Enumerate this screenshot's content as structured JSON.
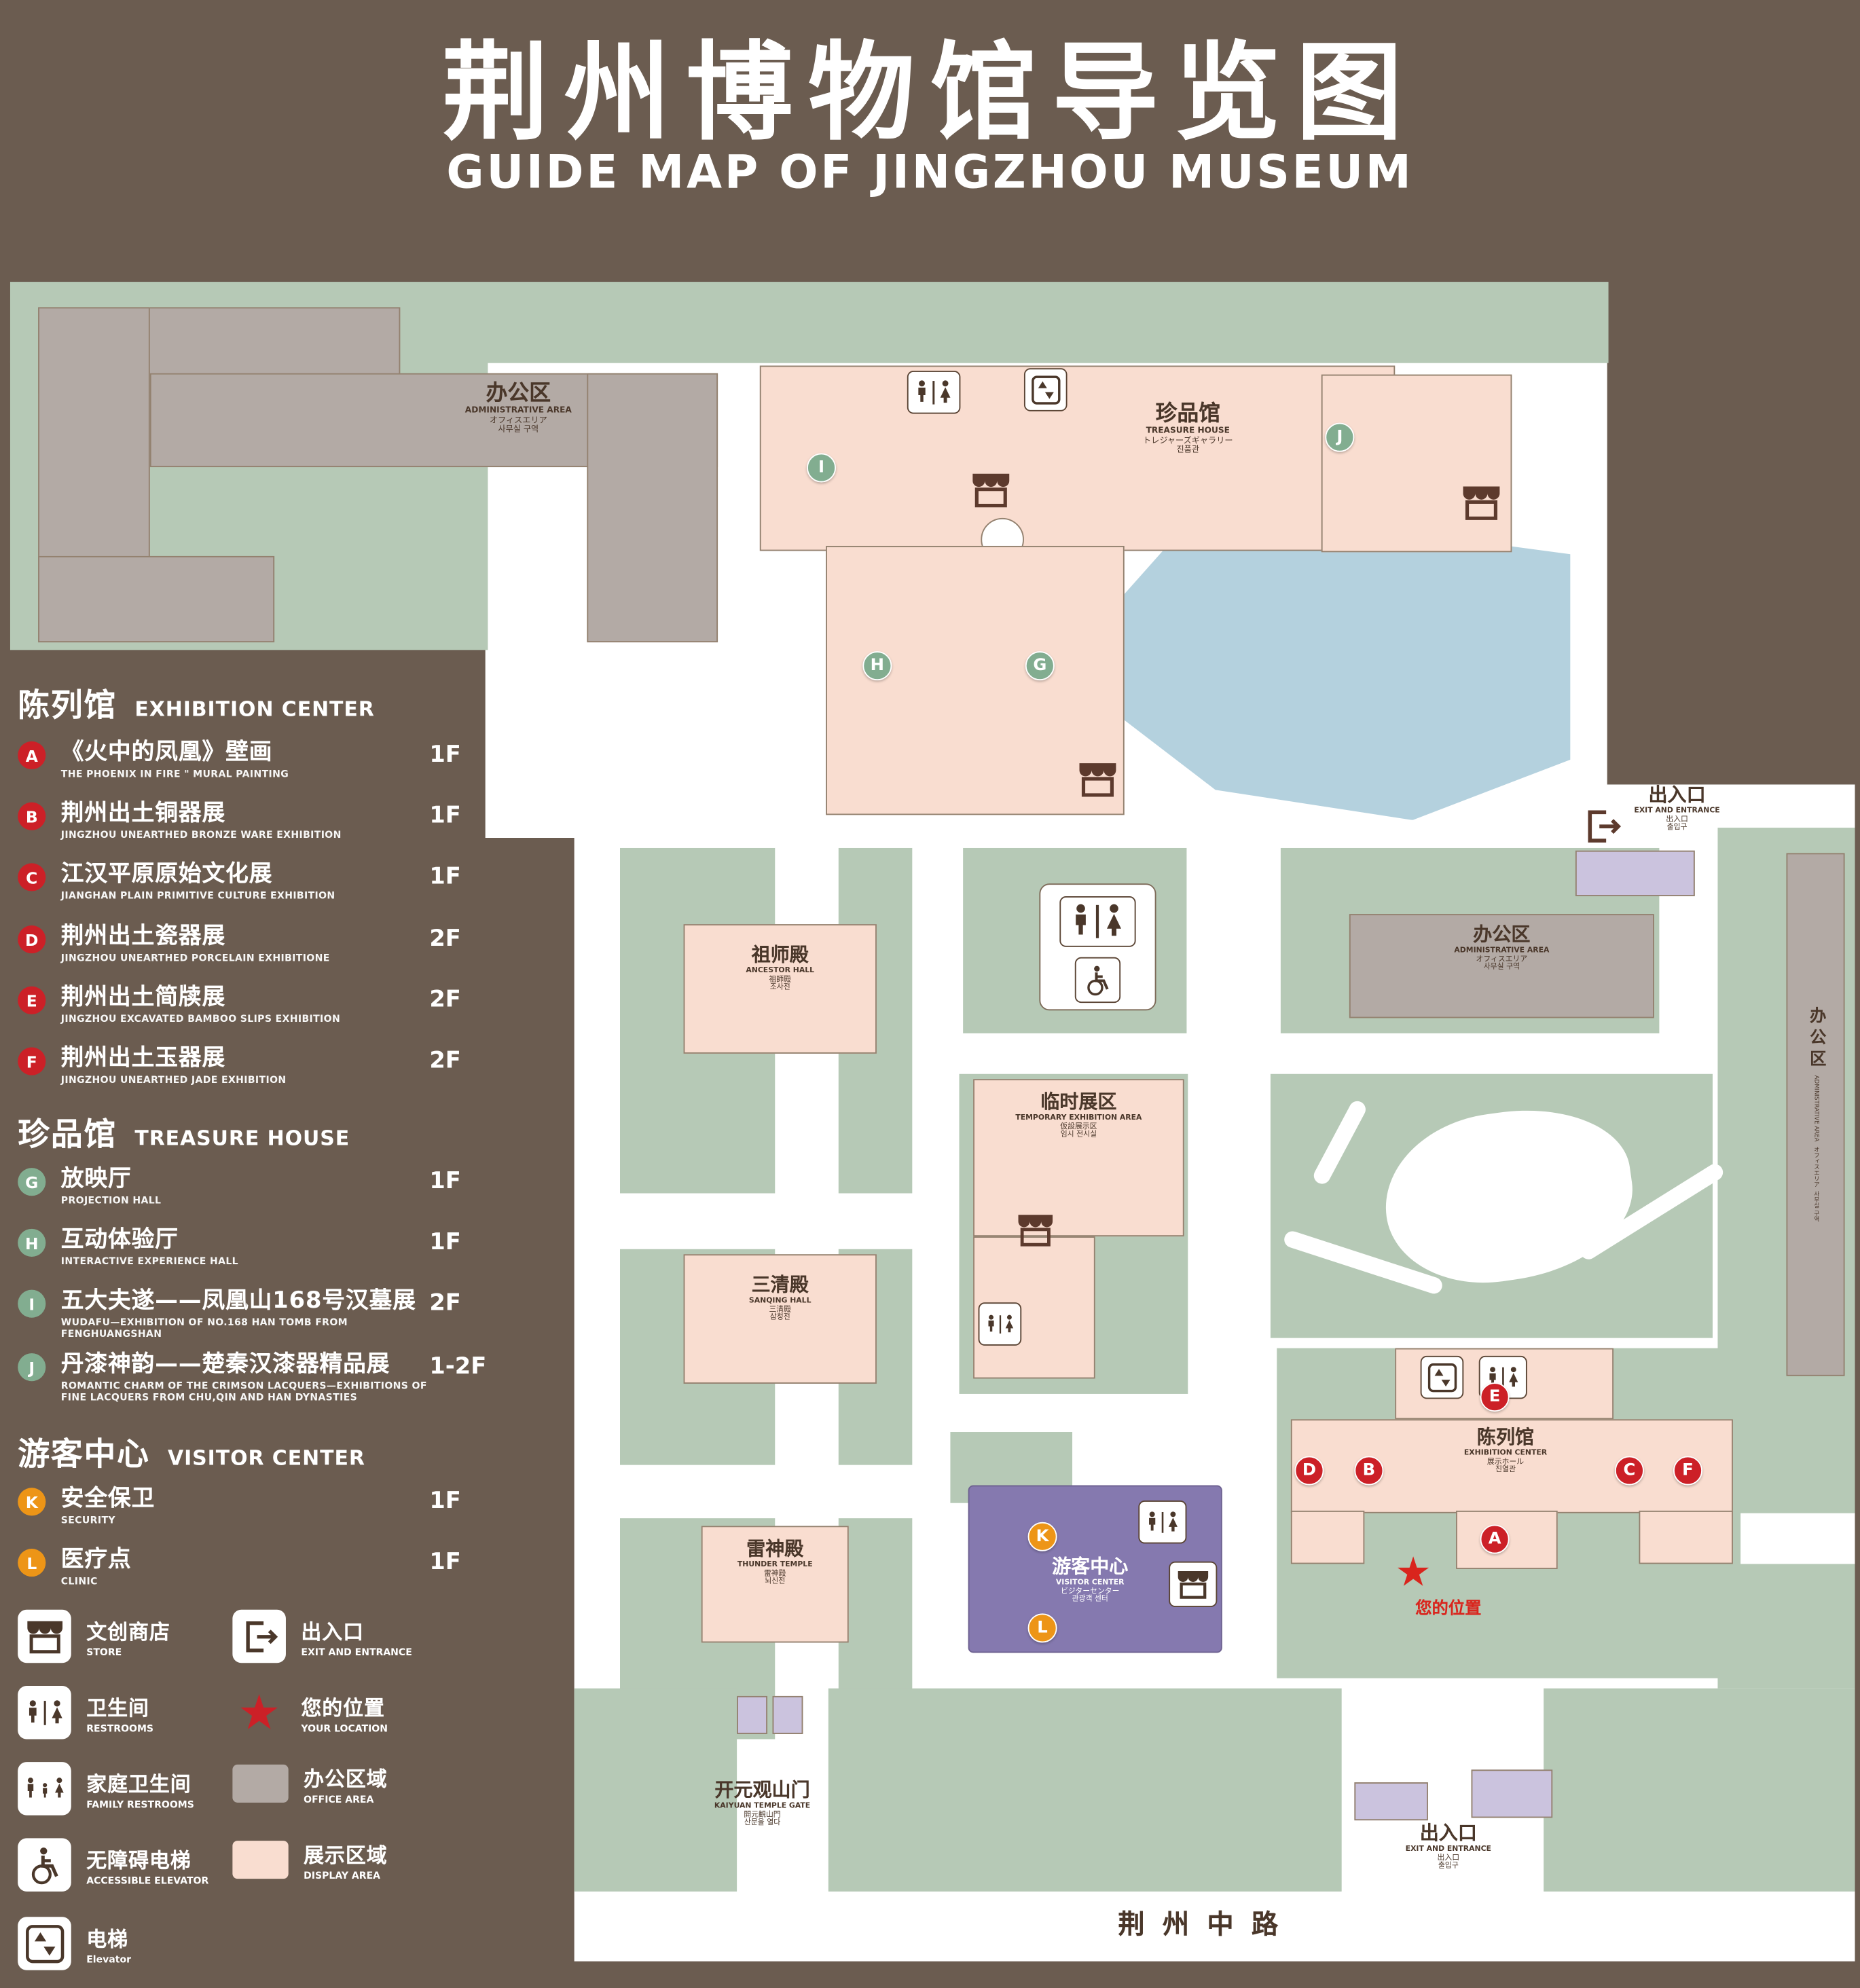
{
  "page": {
    "title": "荆州博物馆导览图",
    "subtitle": "GUIDE MAP OF JINGZHOU MUSEUM"
  },
  "colors": {
    "background": "#6b5c50",
    "ground_green": "#b6c9b6",
    "display_area_pink": "#f9ddd0",
    "office_area_gray": "#b3aaa5",
    "water_blue": "#b4d1de",
    "visitor_center_purple": "#8579af",
    "annex_purple": "#cbc3de",
    "marker_red": "#cc2027",
    "marker_green": "#82ad90",
    "marker_orange": "#ed9517",
    "location_red": "#d9251d",
    "map_text_brown": "#4a372a"
  },
  "icons": {
    "star": "★"
  },
  "sidebar": {
    "sections": [
      {
        "cn": "陈列馆",
        "en": "EXHIBITION CENTER",
        "items": [
          {
            "letter": "A",
            "cn": "《火中的凤凰》壁画",
            "en": "THE PHOENIX IN FIRE \" MURAL PAINTING",
            "floor": "1F"
          },
          {
            "letter": "B",
            "cn": "荆州出土铜器展",
            "en": "JINGZHOU UNEARTHED BRONZE WARE EXHIBITION",
            "floor": "1F"
          },
          {
            "letter": "C",
            "cn": "江汉平原原始文化展",
            "en": "JIANGHAN PLAIN PRIMITIVE CULTURE EXHIBITION",
            "floor": "1F"
          },
          {
            "letter": "D",
            "cn": "荆州出土瓷器展",
            "en": "JINGZHOU UNEARTHED PORCELAIN EXHIBITIONE",
            "floor": "2F"
          },
          {
            "letter": "E",
            "cn": "荆州出土简牍展",
            "en": "JINGZHOU EXCAVATED BAMBOO SLIPS EXHIBITION",
            "floor": "2F"
          },
          {
            "letter": "F",
            "cn": "荆州出土玉器展",
            "en": "JINGZHOU UNEARTHED JADE EXHIBITION",
            "floor": "2F"
          }
        ]
      },
      {
        "cn": "珍品馆",
        "en": "TREASURE HOUSE",
        "items": [
          {
            "letter": "G",
            "cn": "放映厅",
            "en": "PROJECTION HALL",
            "floor": "1F"
          },
          {
            "letter": "H",
            "cn": "互动体验厅",
            "en": "INTERACTIVE EXPERIENCE HALL",
            "floor": "1F"
          },
          {
            "letter": "I",
            "cn": "五大夫遂——凤凰山168号汉墓展",
            "en": "WUDAFU—EXHIBITION OF NO.168 HAN TOMB FROM FENGHUANGSHAN",
            "floor": "2F"
          },
          {
            "letter": "J",
            "cn": "丹漆神韵——楚秦汉漆器精品展",
            "en": "ROMANTIC CHARM OF THE CRIMSON LACQUERS—EXHIBITIONS OF FINE LACQUERS FROM CHU,QIN AND HAN DYNASTIES",
            "floor": "1-2F"
          }
        ]
      },
      {
        "cn": "游客中心",
        "en": "VISITOR CENTER",
        "items": [
          {
            "letter": "K",
            "cn": "安全保卫",
            "en": "SECURITY",
            "floor": "1F"
          },
          {
            "letter": "L",
            "cn": "医疗点",
            "en": "CLINIC",
            "floor": "1F"
          }
        ]
      }
    ],
    "legend": [
      {
        "icon": "store-icon",
        "cn": "文创商店",
        "en": "STORE"
      },
      {
        "icon": "exit-icon",
        "cn": "出入口",
        "en": "EXIT AND ENTRANCE"
      },
      {
        "icon": "restroom-icon",
        "cn": "卫生间",
        "en": "RESTROOMS"
      },
      {
        "icon": "your-location-star-icon",
        "cn": "您的位置",
        "en": "YOUR LOCATION"
      },
      {
        "icon": "family-restroom-icon",
        "cn": "家庭卫生间",
        "en": "FAMILY RESTROOMS"
      },
      {
        "icon": "office-area-swatch",
        "cn": "办公区域",
        "en": "OFFICE AREA"
      },
      {
        "icon": "accessible-elevator-icon",
        "cn": "无障碍电梯",
        "en": "ACCESSIBLE ELEVATOR"
      },
      {
        "icon": "display-area-swatch",
        "cn": "展示区域",
        "en": "DISPLAY AREA"
      },
      {
        "icon": "elevator-icon",
        "cn": "电梯",
        "en": "Elevator"
      }
    ]
  },
  "map": {
    "buildings": {
      "admin_top": {
        "cn": "办公区",
        "en": "ADMINISTRATIVE AREA",
        "jp": "オフィスエリア",
        "kr": "사무실 구역"
      },
      "treasure_house": {
        "cn": "珍品馆",
        "en": "TREASURE HOUSE",
        "jp": "トレジャーズギャラリー",
        "kr": "진품관"
      },
      "admin_center": {
        "cn": "办公区",
        "en": "ADMINISTRATIVE AREA",
        "jp": "オフィスエリア",
        "kr": "사무실 구역"
      },
      "admin_right": {
        "cn": "办公区",
        "en": "ADMINISTRATIVE AREA",
        "jp": "オフィスエリア",
        "kr": "사무실 구역"
      },
      "ancestor_hall": {
        "cn": "祖师殿",
        "en": "ANCESTOR HALL",
        "jp": "祖師殿",
        "kr": "조사전"
      },
      "temporary_exhibition": {
        "cn": "临时展区",
        "en": "TEMPORARY EXHIBITION AREA",
        "jp": "仮設展示区",
        "kr": "임시 전시실"
      },
      "sanqing_hall": {
        "cn": "三清殿",
        "en": "SANQING HALL",
        "jp": "三清殿",
        "kr": "삼청전"
      },
      "thunder_temple": {
        "cn": "雷神殿",
        "en": "THUNDER TEMPLE",
        "jp": "雷神殿",
        "kr": "뇌신전"
      },
      "visitor_center": {
        "cn": "游客中心",
        "en": "VISITOR CENTER",
        "jp": "ビジターセンター",
        "kr": "관광객 센터"
      },
      "exhibition_center": {
        "cn": "陈列馆",
        "en": "EXHIBITION CENTER",
        "jp": "展示ホール",
        "kr": "진열관"
      },
      "kaiyuan_gate": {
        "cn": "开元观山门",
        "en": "KAIYUAN TEMPLE GATE",
        "jp": "開元観山門",
        "kr": "산문을 열다"
      },
      "exit_right": {
        "cn": "出入口",
        "en": "EXIT AND ENTRANCE",
        "jp": "出入口",
        "kr": "출입구"
      },
      "exit_bottom": {
        "cn": "出入口",
        "en": "EXIT AND ENTRANCE",
        "jp": "出入口",
        "kr": "출입구"
      }
    },
    "markers": {
      "a": "A",
      "b": "B",
      "c": "C",
      "d": "D",
      "e": "E",
      "f": "F",
      "g": "G",
      "h": "H",
      "i": "I",
      "j": "J",
      "k": "K",
      "l": "L"
    },
    "your_location": "您的位置",
    "road": "荆州中路"
  }
}
